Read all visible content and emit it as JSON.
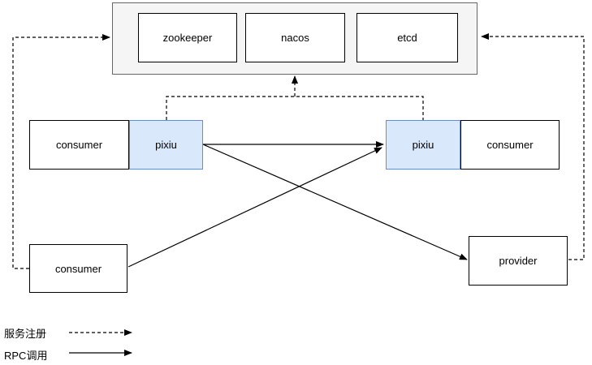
{
  "diagram": {
    "registry": {
      "items": [
        "zookeeper",
        "nacos",
        "etcd"
      ]
    },
    "nodes": {
      "consumer_left": "consumer",
      "pixiu_left": "pixiu",
      "pixiu_right": "pixiu",
      "consumer_right": "consumer",
      "consumer_bottom": "consumer",
      "provider": "provider"
    },
    "legend": [
      {
        "label": "服务注册",
        "line_style": "dashed"
      },
      {
        "label": "RPC调用",
        "line_style": "solid"
      }
    ],
    "colors": {
      "pixiu_fill": "#dae8fc",
      "pixiu_border": "#6c8ebf",
      "registry_fill": "#f5f5f5",
      "registry_border": "#666666",
      "node_border": "#000000",
      "line_color": "#000000"
    }
  }
}
